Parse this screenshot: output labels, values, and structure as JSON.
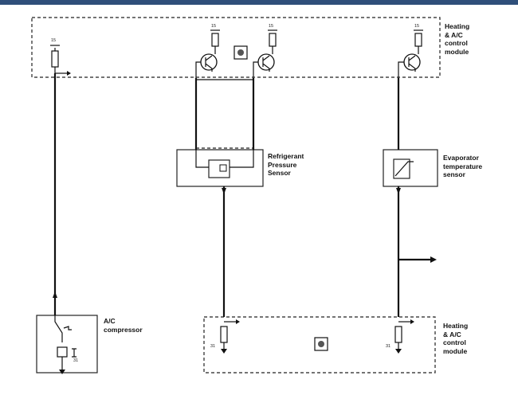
{
  "labels": {
    "module_top": "Heating\n& A/C\ncontrol\nmodule",
    "module_bottom": "Heating\n& A/C\ncontrol\nmodule",
    "pressure_sensor": "Refrigerant\nPressure\nSensor",
    "evap_sensor": "Evaporator\ntemperature\nsensor",
    "compressor": "A/C\ncompressor"
  },
  "pins": {
    "p1": "15",
    "p2": "15",
    "p3": "15",
    "p4": "15",
    "b1": "31",
    "b2": "31",
    "c1": "31"
  },
  "colors": {
    "topbar": "#2f4f7a",
    "ink": "#111111"
  }
}
